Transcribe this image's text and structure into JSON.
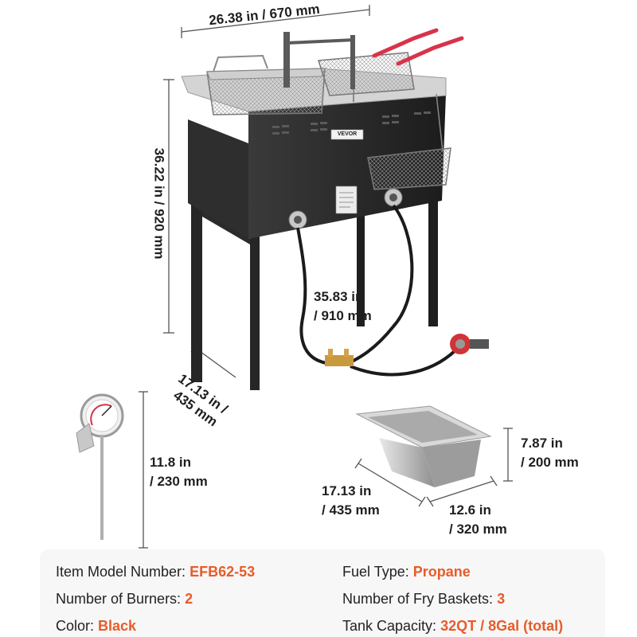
{
  "dimensions": {
    "width": "26.38 in / 670 mm",
    "height": "36.22 in / 920 mm",
    "depth_line1": "17.13 in /",
    "depth_line2": "435 mm",
    "hose_line1": "35.83 in",
    "hose_line2": "/ 910 mm",
    "thermometer_line1": "11.8 in",
    "thermometer_line2": "/ 230 mm",
    "tank_height_line1": "7.87 in",
    "tank_height_line2": "/ 200 mm",
    "tank_depth_line1": "17.13 in",
    "tank_depth_line2": "/ 435 mm",
    "tank_width_line1": "12.6 in",
    "tank_width_line2": "/ 320 mm"
  },
  "brand_label": "VEVOR",
  "specs": {
    "model_label": "Item Model Number: ",
    "model_value": "EFB62-53",
    "burners_label": "Number of Burners: ",
    "burners_value": "2",
    "color_label": "Color: ",
    "color_value": "Black",
    "fuel_label": "Fuel Type: ",
    "fuel_value": "Propane",
    "baskets_label": "Number of Fry Baskets: ",
    "baskets_value": "3",
    "capacity_label": "Tank Capacity: ",
    "capacity_value": "32QT / 8Gal (total)"
  },
  "colors": {
    "accent": "#e85b2a",
    "fryer_body": "#2a2a2a",
    "steel": "#c9c9c9",
    "handle": "#d8334a"
  }
}
